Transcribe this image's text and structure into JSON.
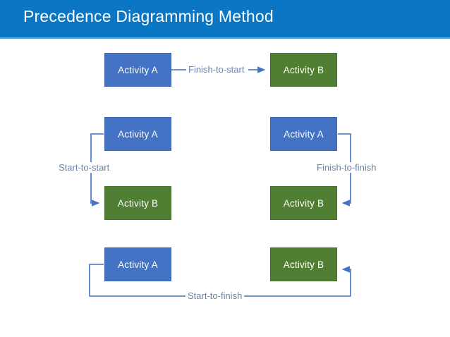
{
  "slide": {
    "title": "Precedence Diagramming Method",
    "header_color": "#0b76c4",
    "header_underline_color": "#5ba8d6",
    "background_color": "#ffffff"
  },
  "palette": {
    "predecessor_box": "#4472c4",
    "successor_box": "#507e32",
    "connector_line": "#4472c4",
    "connector_label_text": "#6883ab",
    "box_label_text": "#ffffff"
  },
  "diagram": {
    "relationships": [
      {
        "id": "finish-to-start",
        "label": "Finish-to-start",
        "from": {
          "label": "Activity A",
          "color_role": "predecessor_box"
        },
        "to": {
          "label": "Activity B",
          "color_role": "successor_box"
        }
      },
      {
        "id": "start-to-start",
        "label": "Start-to-start",
        "from": {
          "label": "Activity A",
          "color_role": "predecessor_box"
        },
        "to": {
          "label": "Activity B",
          "color_role": "successor_box"
        }
      },
      {
        "id": "finish-to-finish",
        "label": "Finish-to-finish",
        "from": {
          "label": "Activity A",
          "color_role": "predecessor_box"
        },
        "to": {
          "label": "Activity B",
          "color_role": "successor_box"
        }
      },
      {
        "id": "start-to-finish",
        "label": "Start-to-finish",
        "from": {
          "label": "Activity A",
          "color_role": "predecessor_box"
        },
        "to": {
          "label": "Activity B",
          "color_role": "successor_box"
        }
      }
    ]
  }
}
